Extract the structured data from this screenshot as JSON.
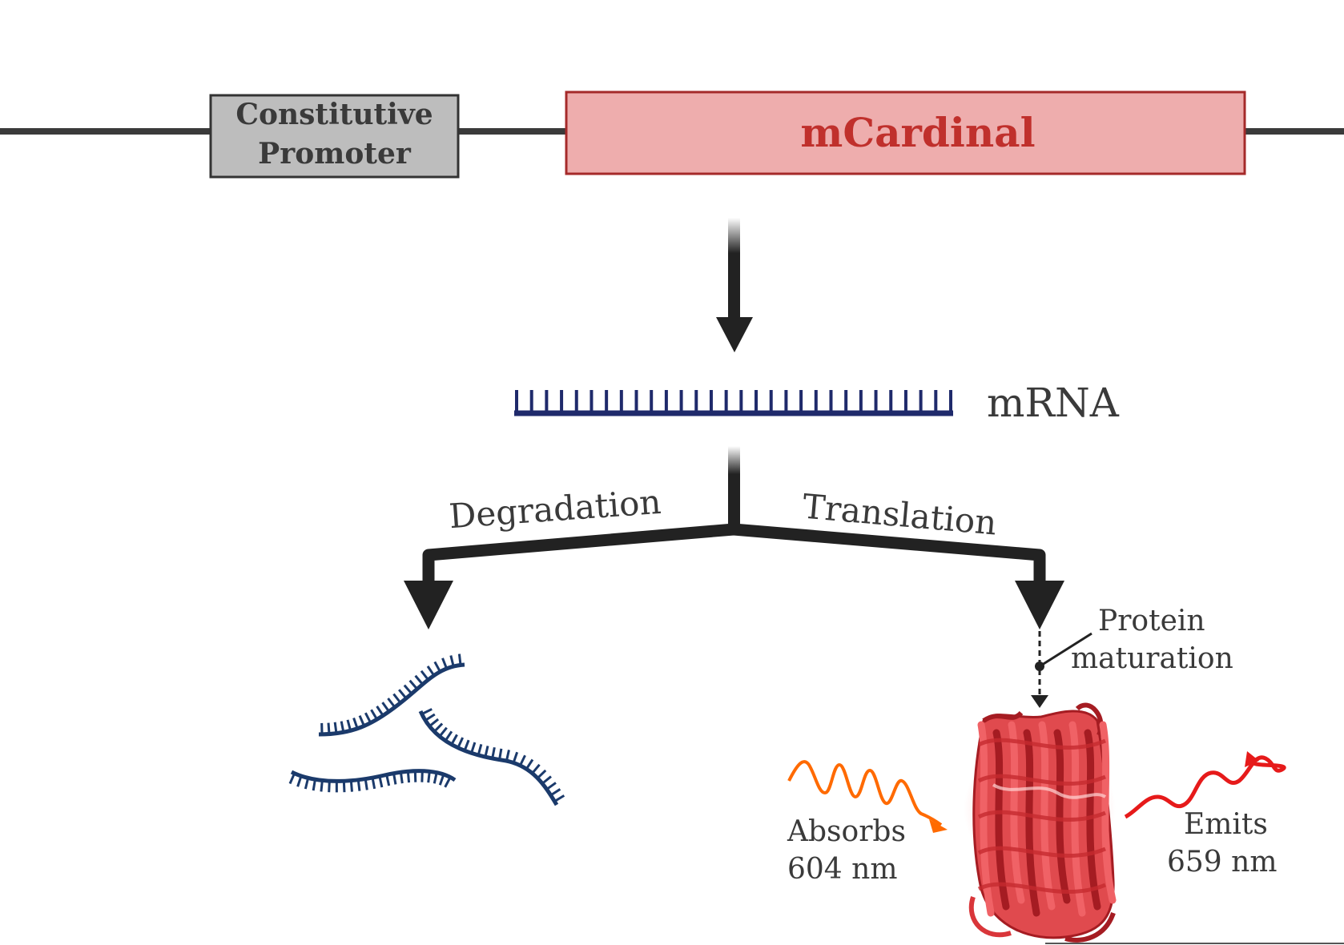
{
  "promoter": {
    "line1": "Constitutive",
    "line2": "Promoter"
  },
  "gene": {
    "label": "mCardinal"
  },
  "mrna": {
    "label": "mRNA"
  },
  "branches": {
    "left_label": "Degradation",
    "right_label": "Translation"
  },
  "maturation": {
    "line1": "Protein",
    "line2": "maturation"
  },
  "absorb": {
    "line1": "Absorbs",
    "line2": "604 nm"
  },
  "emit": {
    "line1": "Emits",
    "line2": "659 nm"
  },
  "colors": {
    "line": "#3a3a3a",
    "arrow": "#222222",
    "promoter_fill": "#bdbdbd",
    "gene_fill": "#eeadad",
    "gene_stroke": "#a52a2a",
    "gene_text": "#c0302c",
    "mrna": "#1f2a6b",
    "fragments": "#1b3a6b",
    "absorb_wave": "#ff6a00",
    "emit_wave": "#e61a1a",
    "protein": "#d9363a"
  }
}
